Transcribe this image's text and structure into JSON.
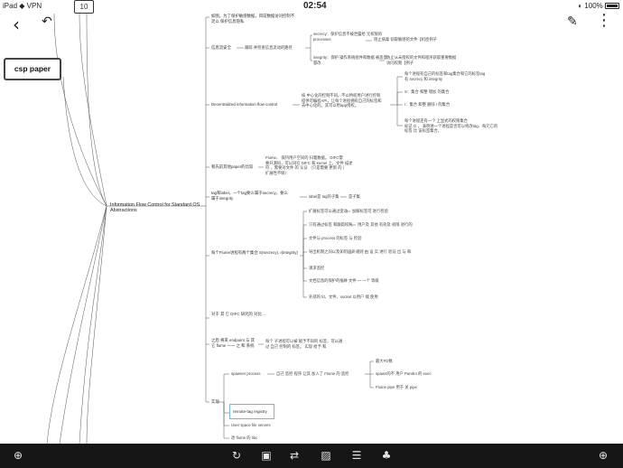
{
  "status": {
    "device": "iPad",
    "wifi": "wifi-icon",
    "vpn": "VPN",
    "time": "02:54",
    "battery_percent": "100%"
  },
  "toolbar": {
    "page_count": "10"
  },
  "doc": {
    "title_box": "csp paper"
  },
  "mindmap": {
    "root": "Information Flow Control for Standard OS\nAbstractions",
    "intro": "如图。为了保护敏感数据，目前数据访问控制不\n足以 保护信息隐私",
    "privacy_security": "信息流安全",
    "privacy_security_note": "跟踪 并检查信息流动的路径",
    "secrecy": "secrecy：保护信息不被泄露给 无权限的\nprocesses",
    "secrecy_note": "阻止病毒 窃取敏感的文件【机密例子",
    "integrity": "integrity：保护 操作系统组件和数据 被恶意 \n篡改",
    "integrity_note": "防止从未授权的文件和程序获取重要数据\n访问权限【例子",
    "difc": "Decentralized information flow control",
    "difc_detail": "核 中心化的控制不同。不以特权用户进行控制\n提供可编程API，让每个进程拥有自己的标签和\n去中心化的。其可以用app授权。",
    "difc_a": "每个进程有自己的标签和tag集合和它的标签tag\n有 secrecy 和 integrity",
    "difc_b": "S：集合 和整 增加 的集合",
    "difc_c": "I：集合 和整 删除 I 的集合",
    "difc_d": "每个进程还有一个 上显式的权限集合\n标记 O ， 表明进一个进程是否可以修改tag、每元它的\n标签 比 该标签集合。",
    "compare": "和先前其他paper的比较",
    "compare_detail": "Flume、 保持用户空间的 扫着数据。 DIFC需\n要开源码，可以同在 DIFC 和 kernel 上，文件 描述\n符 ，需要对文件 的 认证 （只是需要 更新 的 ）\n扩展性不够）",
    "tag_label": "tag和label，一个tag要么属于secrecy，要么\n属于integrity",
    "tag_label_note": "label是 tag的子集",
    "tag_label_note2": "是子集",
    "flume_list": "每个Flume进程有两个集合  S(secrecy), I(integrity)",
    "items": [
      "扩展标签可以通过变动",
      "只有通过标签 和跟踪权利",
      "文件与 process 的标签 与 检验",
      "导出机制之间以及如何出外",
      "请求监控",
      "文档信息的保护的组件",
      "外部的 fd、文件、socket 以用户 端 使用"
    ],
    "items_note": [
      "加解标签可 进行检验",
      "用户及 其他 有效及 权限 进行的",
      "",
      "规则 由 设 实 进行 验证 出 与 和",
      "",
      "文件 一 一个 等级",
      ""
    ],
    "nested_note": "每个 子进程可以被 赋予不同的 标签，可以通\n过 自己 控制的 标签。  实现 给予 和",
    "bottom_a": "对于 其 它 DIFC 研究的 对比…",
    "bottom_b": "之后 将来 endpoint 与 其它 flume 一一 之 和 系统",
    "impl": "实现",
    "spawner": "spawner process",
    "spawner_note": "自己 监控 程序 让其 加入了 Flume 的 监控",
    "spawner_a": "最大FD数",
    "spawner_b": "spawn的不 用户 Pandro 的 exec",
    "spawner_c": "Flume pipe 用于 关 pipe",
    "remote_tag": "remote-tag registry",
    "user_space": "User space file servers",
    "libc": "改 flume 的 libc"
  },
  "bottom_toolbar": {
    "icons": [
      "plus-circle-icon",
      "lasso-icon",
      "text-box-icon",
      "insert-icon",
      "image-icon",
      "note-icon",
      "mic-icon",
      "add-page-icon"
    ]
  }
}
